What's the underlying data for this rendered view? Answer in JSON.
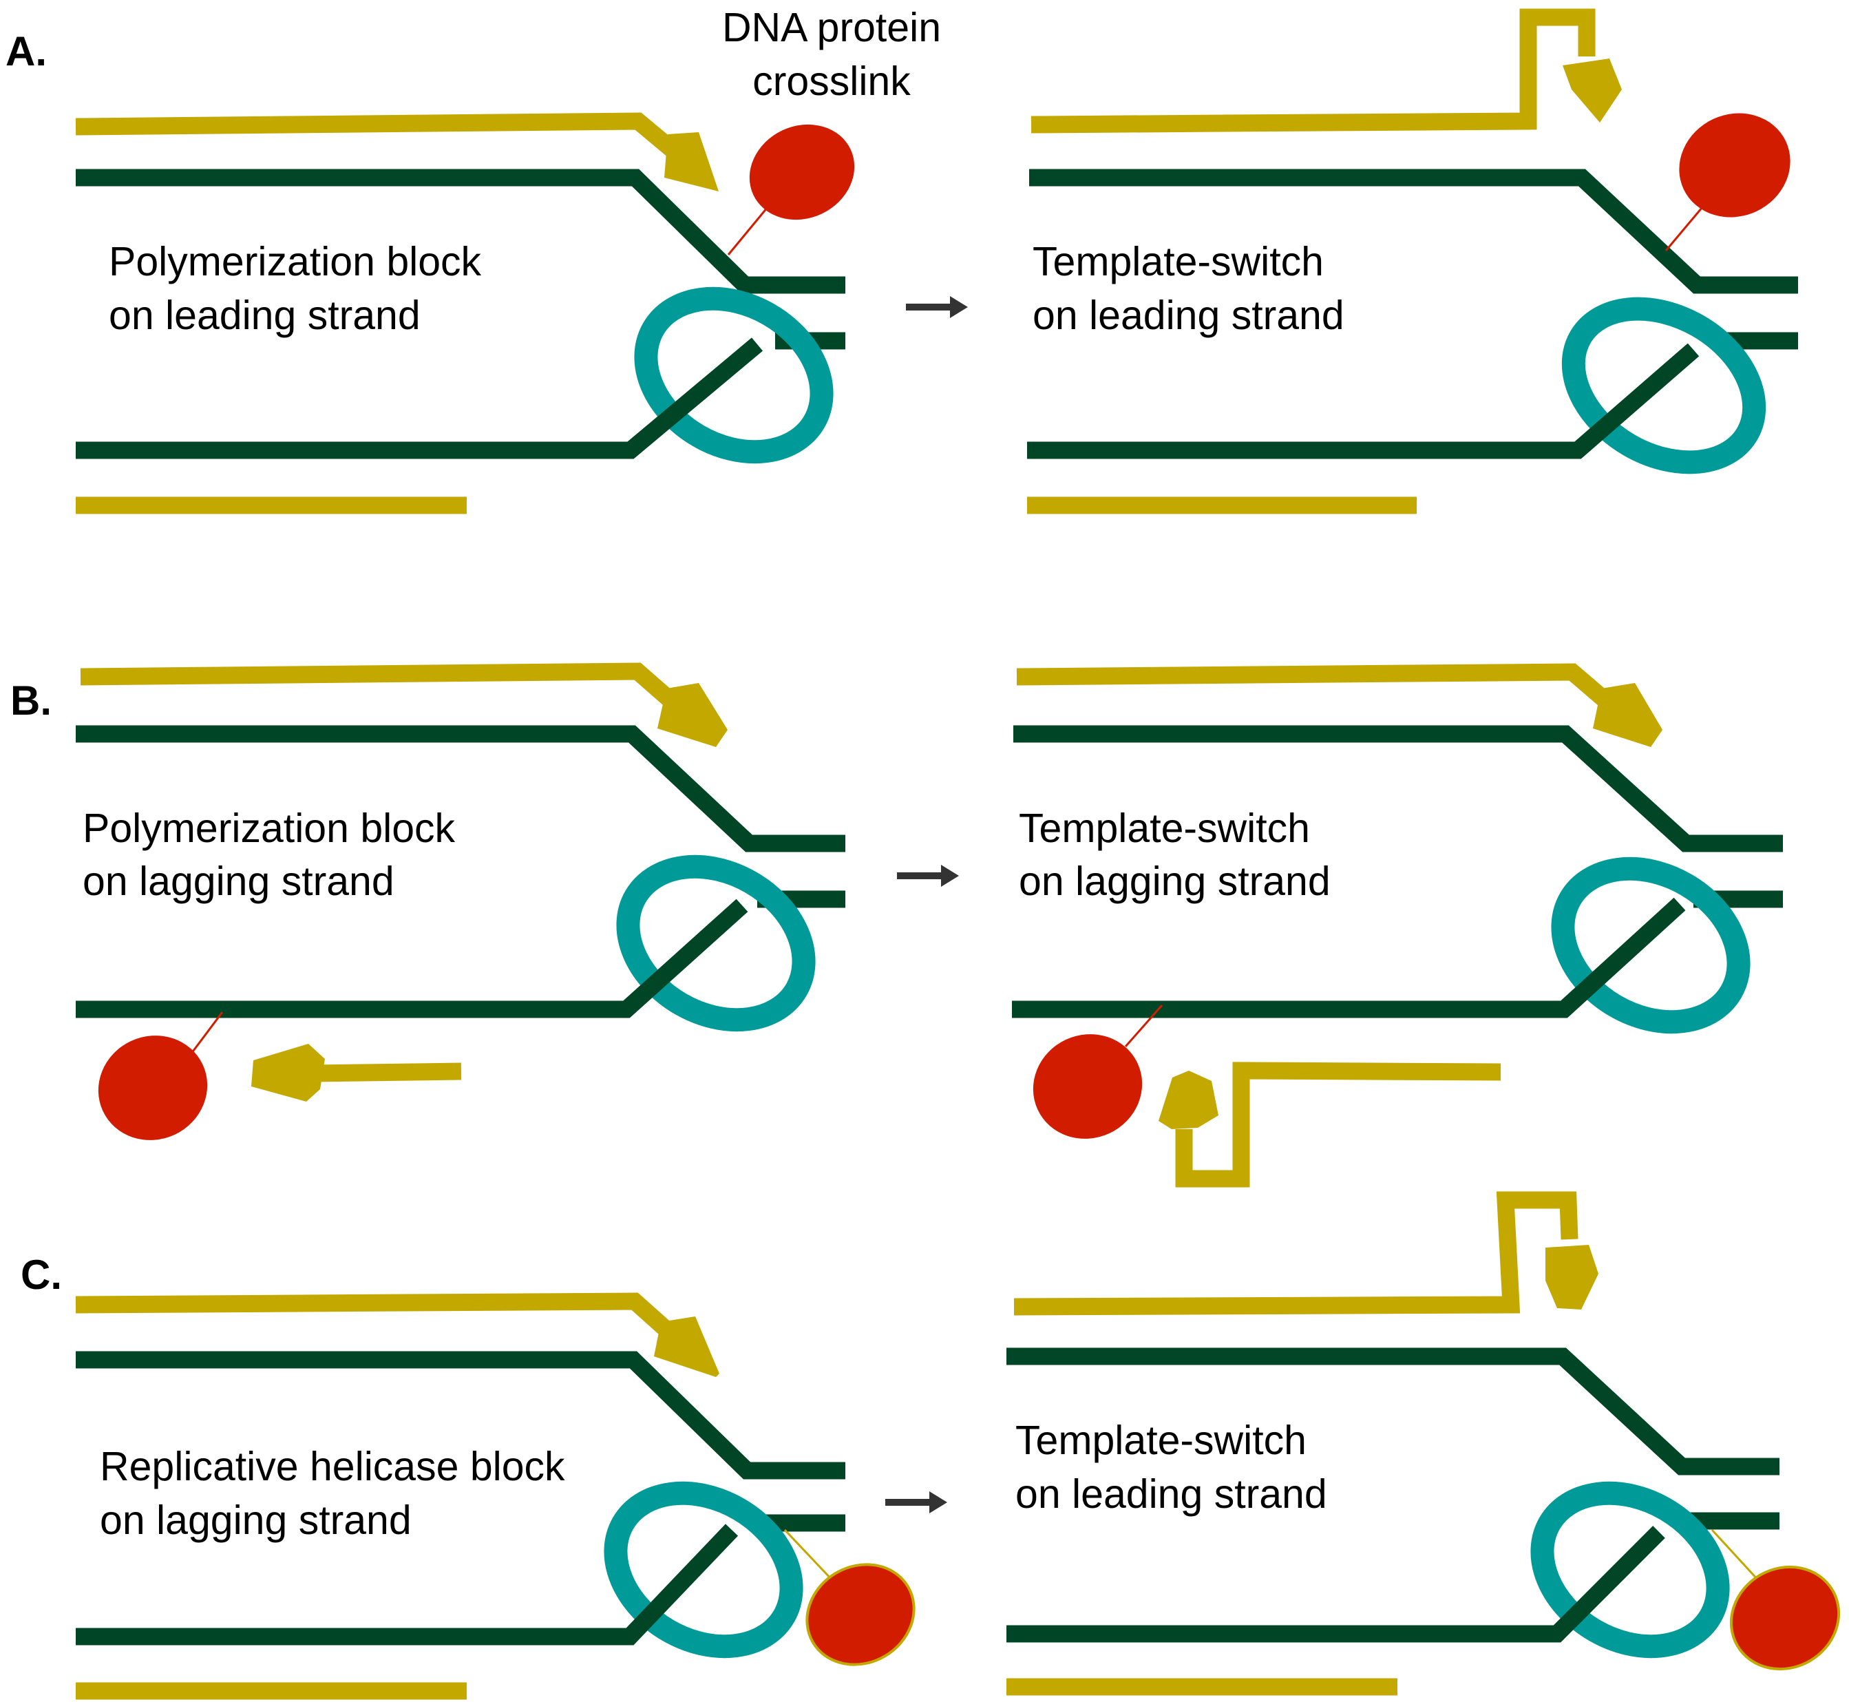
{
  "colors": {
    "parental_dna": "#004526",
    "nascent_dna": "#c3a800",
    "helicase_ring": "#009b98",
    "crosslink": "#d11c00",
    "arrow": "#333333"
  },
  "crosslink_label": "DNA protein crosslink",
  "crosslink_label_lines": [
    "DNA protein",
    "crosslink"
  ],
  "panels": [
    {
      "letter": "A.",
      "left_caption": [
        "Polymerization block",
        "on leading strand"
      ],
      "right_caption": [
        "Template-switch",
        "on leading strand"
      ]
    },
    {
      "letter": "B.",
      "left_caption": [
        "Polymerization block",
        "on lagging strand"
      ],
      "right_caption": [
        "Template-switch",
        "on lagging strand"
      ]
    },
    {
      "letter": "C.",
      "left_caption": [
        "Replicative helicase block",
        "on lagging strand"
      ],
      "right_caption": [
        "Template-switch",
        "on leading strand"
      ]
    }
  ]
}
